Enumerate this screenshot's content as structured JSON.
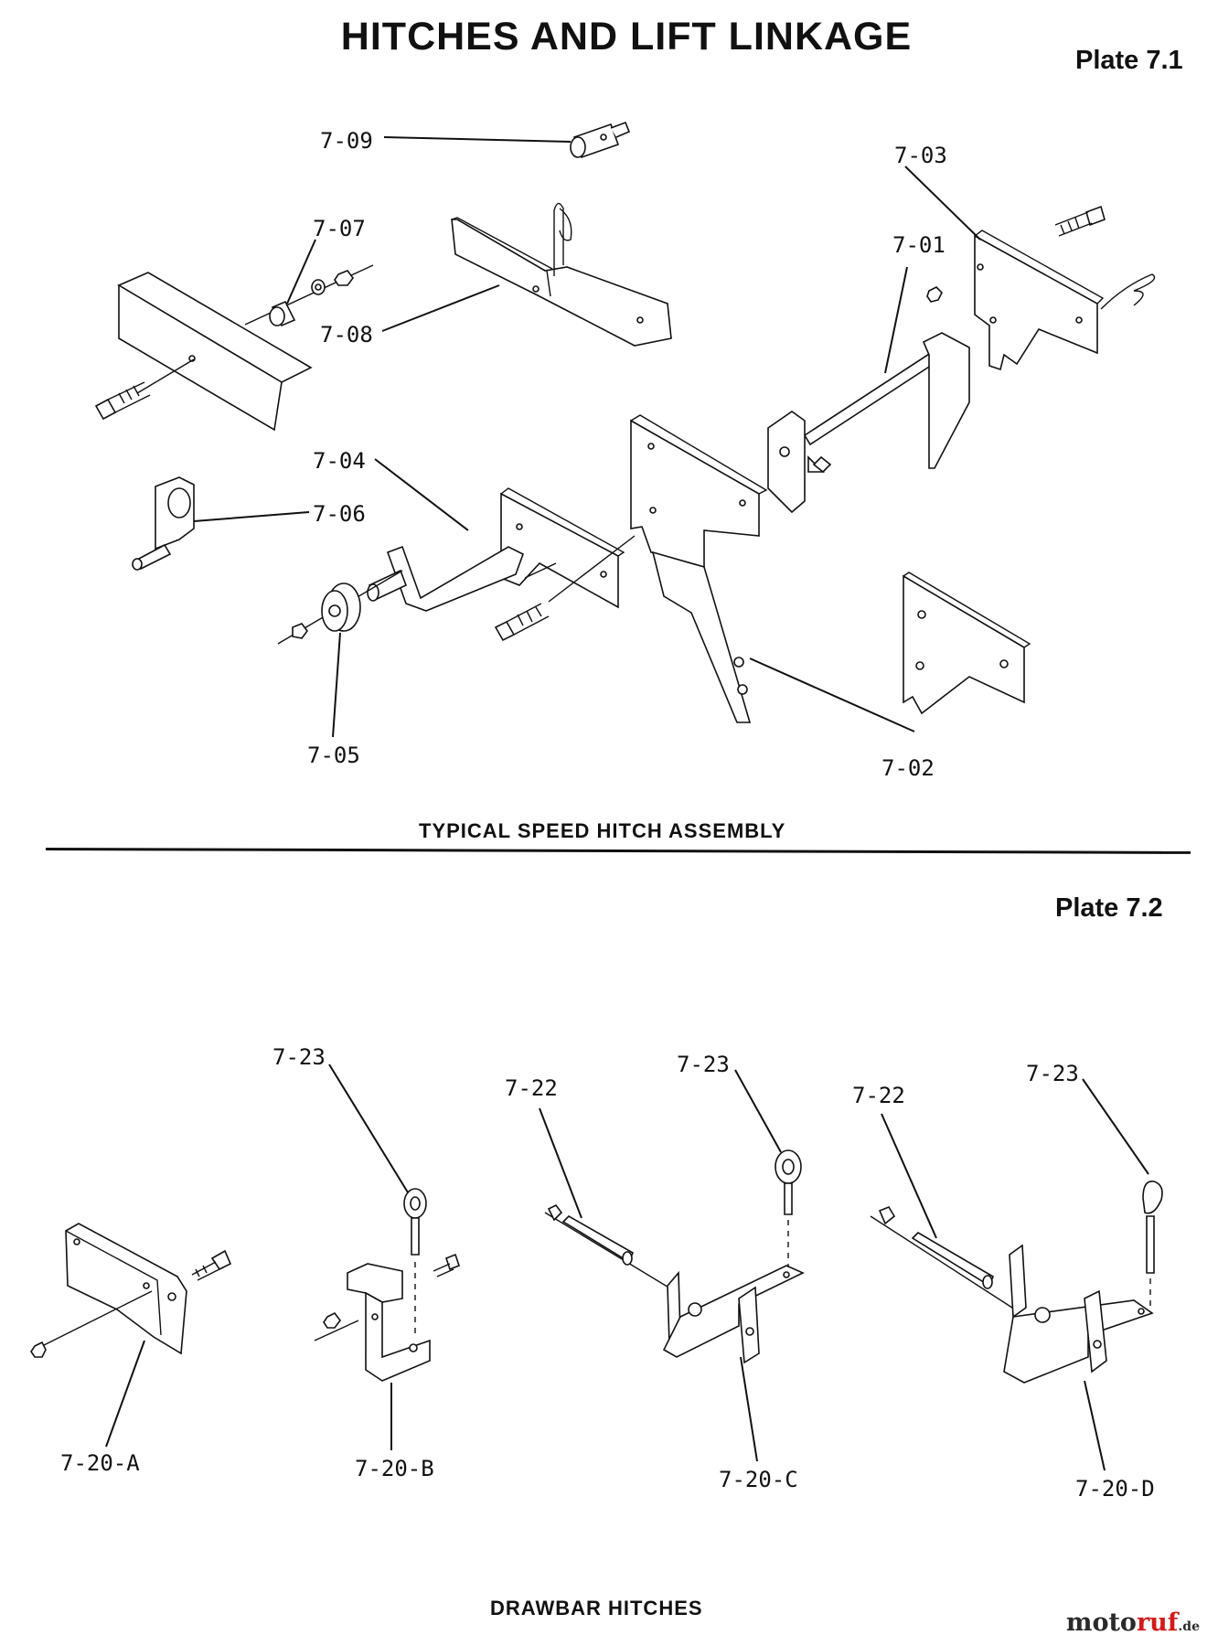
{
  "page": {
    "title": "HITCHES AND LIFT LINKAGE",
    "plate_1": "Plate 7.1",
    "plate_2": "Plate 7.2",
    "caption_1": "TYPICAL SPEED HITCH ASSEMBLY",
    "caption_2": "DRAWBAR HITCHES"
  },
  "callouts": {
    "p7_01": "7-01",
    "p7_02": "7-02",
    "p7_03": "7-03",
    "p7_04": "7-04",
    "p7_05": "7-05",
    "p7_06": "7-06",
    "p7_07": "7-07",
    "p7_08": "7-08",
    "p7_09": "7-09",
    "p7_20a": "7-20-A",
    "p7_20b": "7-20-B",
    "p7_20c": "7-20-C",
    "p7_20d": "7-20-D",
    "p7_22": "7-22",
    "p7_23": "7-23"
  },
  "watermark": {
    "part_a": "moto",
    "part_b": "ruf",
    "part_c": ".de"
  }
}
